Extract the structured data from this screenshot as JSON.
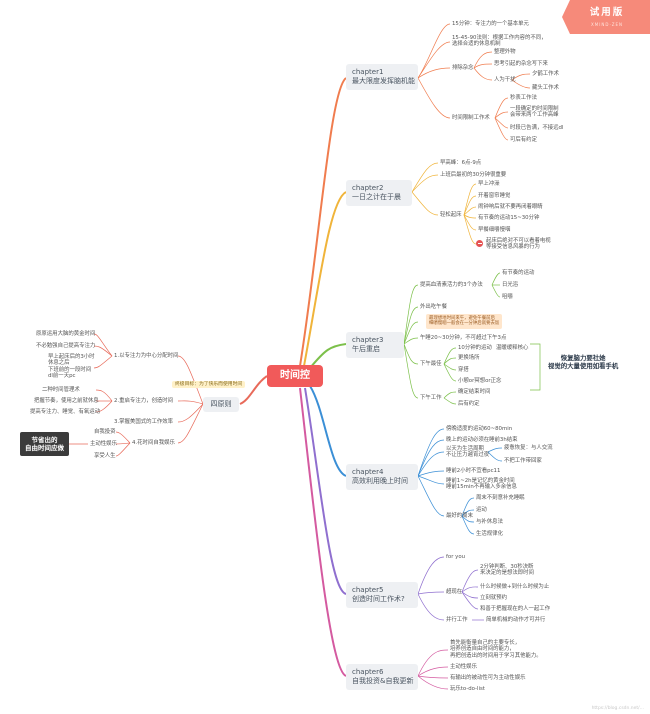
{
  "center": "时间控",
  "ribbon": {
    "main": "试用版",
    "sub": "XMIND·ZEN"
  },
  "watermark": "https://blog.csdn.net/...",
  "chapters": [
    {
      "title": "chapter1\n最大限度发挥脑机能",
      "items": [
        "15分钟：专注力的一个基本单元",
        "15-45-90法则：根据工作内容的不同，\n选择合适的休息机制",
        "排除杂念",
        "整理外物",
        "思考引起的杂念写下来",
        "人为干扰",
        "夕鹤工作术",
        "藏头工作术",
        "时间限制工作术",
        "秒表工作法",
        "一段确定的时间限制\n会带来两个工作高峰",
        "时段已告满，不接远dl",
        "可后有约定"
      ]
    },
    {
      "title": "chapter2\n一日之计在于晨",
      "items": [
        "早高峰：6点-9点",
        "上班后最初的30分钟很重要",
        "轻松起床",
        "早上冲澡",
        "开着窗帘睡觉",
        "闹钟响后就不要再闭着眼睛",
        "有节奏的运动15~30分钟",
        "早餐细嚼慢咽",
        "起床后绝对不可以看着电视\n等接受信息风暴的行为"
      ]
    },
    {
      "title": "chapter3\n午后重启",
      "items": [
        "提高血清素活力的3个办法",
        "有节奏的运动",
        "日光浴",
        "咀嚼",
        "外出吃午餐",
        "午睡20~30分钟，不可超过下午3点",
        "下午最佳",
        "10分钟的运动",
        "温暖缓释核心",
        "更换场所",
        "穿搭",
        "小憩or冥想or正念",
        "下午工作",
        "确定结束时间",
        "后有约定"
      ]
    },
    {
      "title": "chapter4\n高效利用晚上时间",
      "items": [
        "傍晚适度的运动60~80min",
        "晚上的运动必须在睡前3h结束",
        "以天为生活周期\n不让压力越宵过夜",
        "疲惫恢复：与人交流",
        "不把工作带回家",
        "睡前2小时不宜看pc11",
        "睡前1~2h是记忆的黄金时间\n睡前15min不再输入多余信息",
        "最好的周末",
        "周末不刻意补充睡眠",
        "运动",
        "与补休息法",
        "生活规律化"
      ]
    },
    {
      "title": "chapter5\n创造时间工作术?",
      "items": [
        "for you",
        "超现在",
        "2分钟判断、30秒决断\n来决定的是想法即时间",
        "什么时候做+到什么时候为止",
        "立刻就预约",
        "和善于把握现在的人一起工作",
        "并行工作",
        "简单机械的动作才可并行"
      ]
    },
    {
      "title": "chapter6\n自我投资&自我更新",
      "items": [
        "首先能衡量自己的主要专长，\n培养创造自由时间的能力，\n再把创造出的时间用于学习其他能力。",
        "主动性娱乐",
        "有输出的被动性可为主动性娱乐",
        "玩乐to-do-list"
      ]
    }
  ],
  "left": {
    "four_title": "四原则",
    "yellow_tag": "终极目标：为了快乐而使用时间",
    "branches": [
      {
        "label": "1.以专注力为中心分配时间",
        "items": [
          "原原运用大脑的黄金时间",
          "不必勉强自己提高专注力",
          "早上起床后的3小时\n休息之后\n下班前的一段时间\ndl前一天pc"
        ]
      },
      {
        "label": "2.重启专注力，创造时间",
        "items": [
          "二种时间管理术",
          "把握节奏，使用之前就休息",
          "提高专注力、睡觉、有氧运动"
        ]
      },
      {
        "label": "3.掌握美国式的工作效率",
        "items": []
      },
      {
        "label": "4.花时间自我娱乐",
        "items": [
          "自我投资",
          "主动性娱乐",
          "享受人生"
        ]
      }
    ],
    "dark_box": "节省出的\n自由时间应做"
  },
  "note_chapter3": "最理想地时间来午，避免午餐前后\n细嚼慢咽一般会在一分钟后就要去饭",
  "highlight_right": "恢复脑力要社她\n视觉的大量使用如看手机",
  "colors": {
    "accent": "#f15a5a",
    "ch1": "#f07c4e",
    "ch2": "#f0b43a",
    "ch3": "#7cc04a",
    "ch4": "#3b8fd6",
    "ch5": "#8f6fcf",
    "ch6": "#d45aa0",
    "left": "#e86a5a"
  }
}
